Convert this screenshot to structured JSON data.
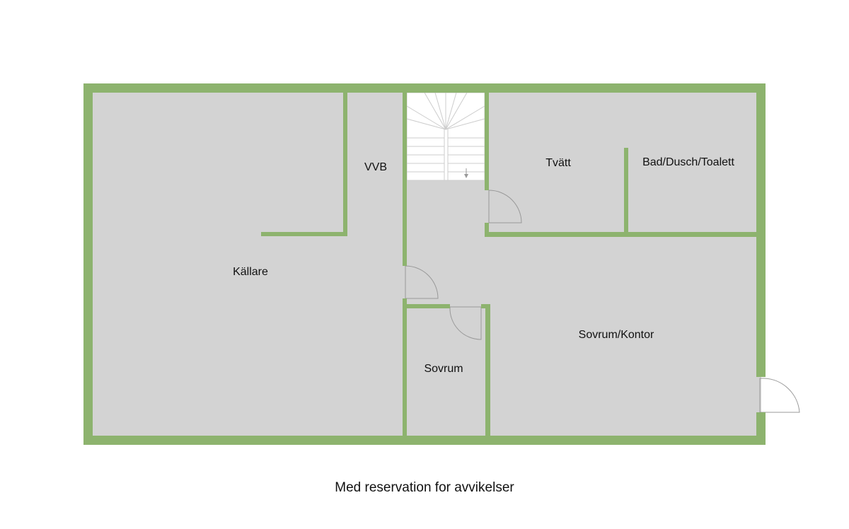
{
  "floorplan": {
    "rooms": {
      "kallare": "Källare",
      "vvb": "VVB",
      "tvatt": "Tvätt",
      "bad": "Bad/Dusch/Toalett",
      "sovrum": "Sovrum",
      "sovrum_kontor": "Sovrum/Kontor"
    },
    "caption": "Med reservation for avvikelser"
  },
  "colors": {
    "wall": "#8db36e",
    "floor": "#d3d3d3",
    "background": "#ffffff",
    "door_line": "#999999"
  }
}
